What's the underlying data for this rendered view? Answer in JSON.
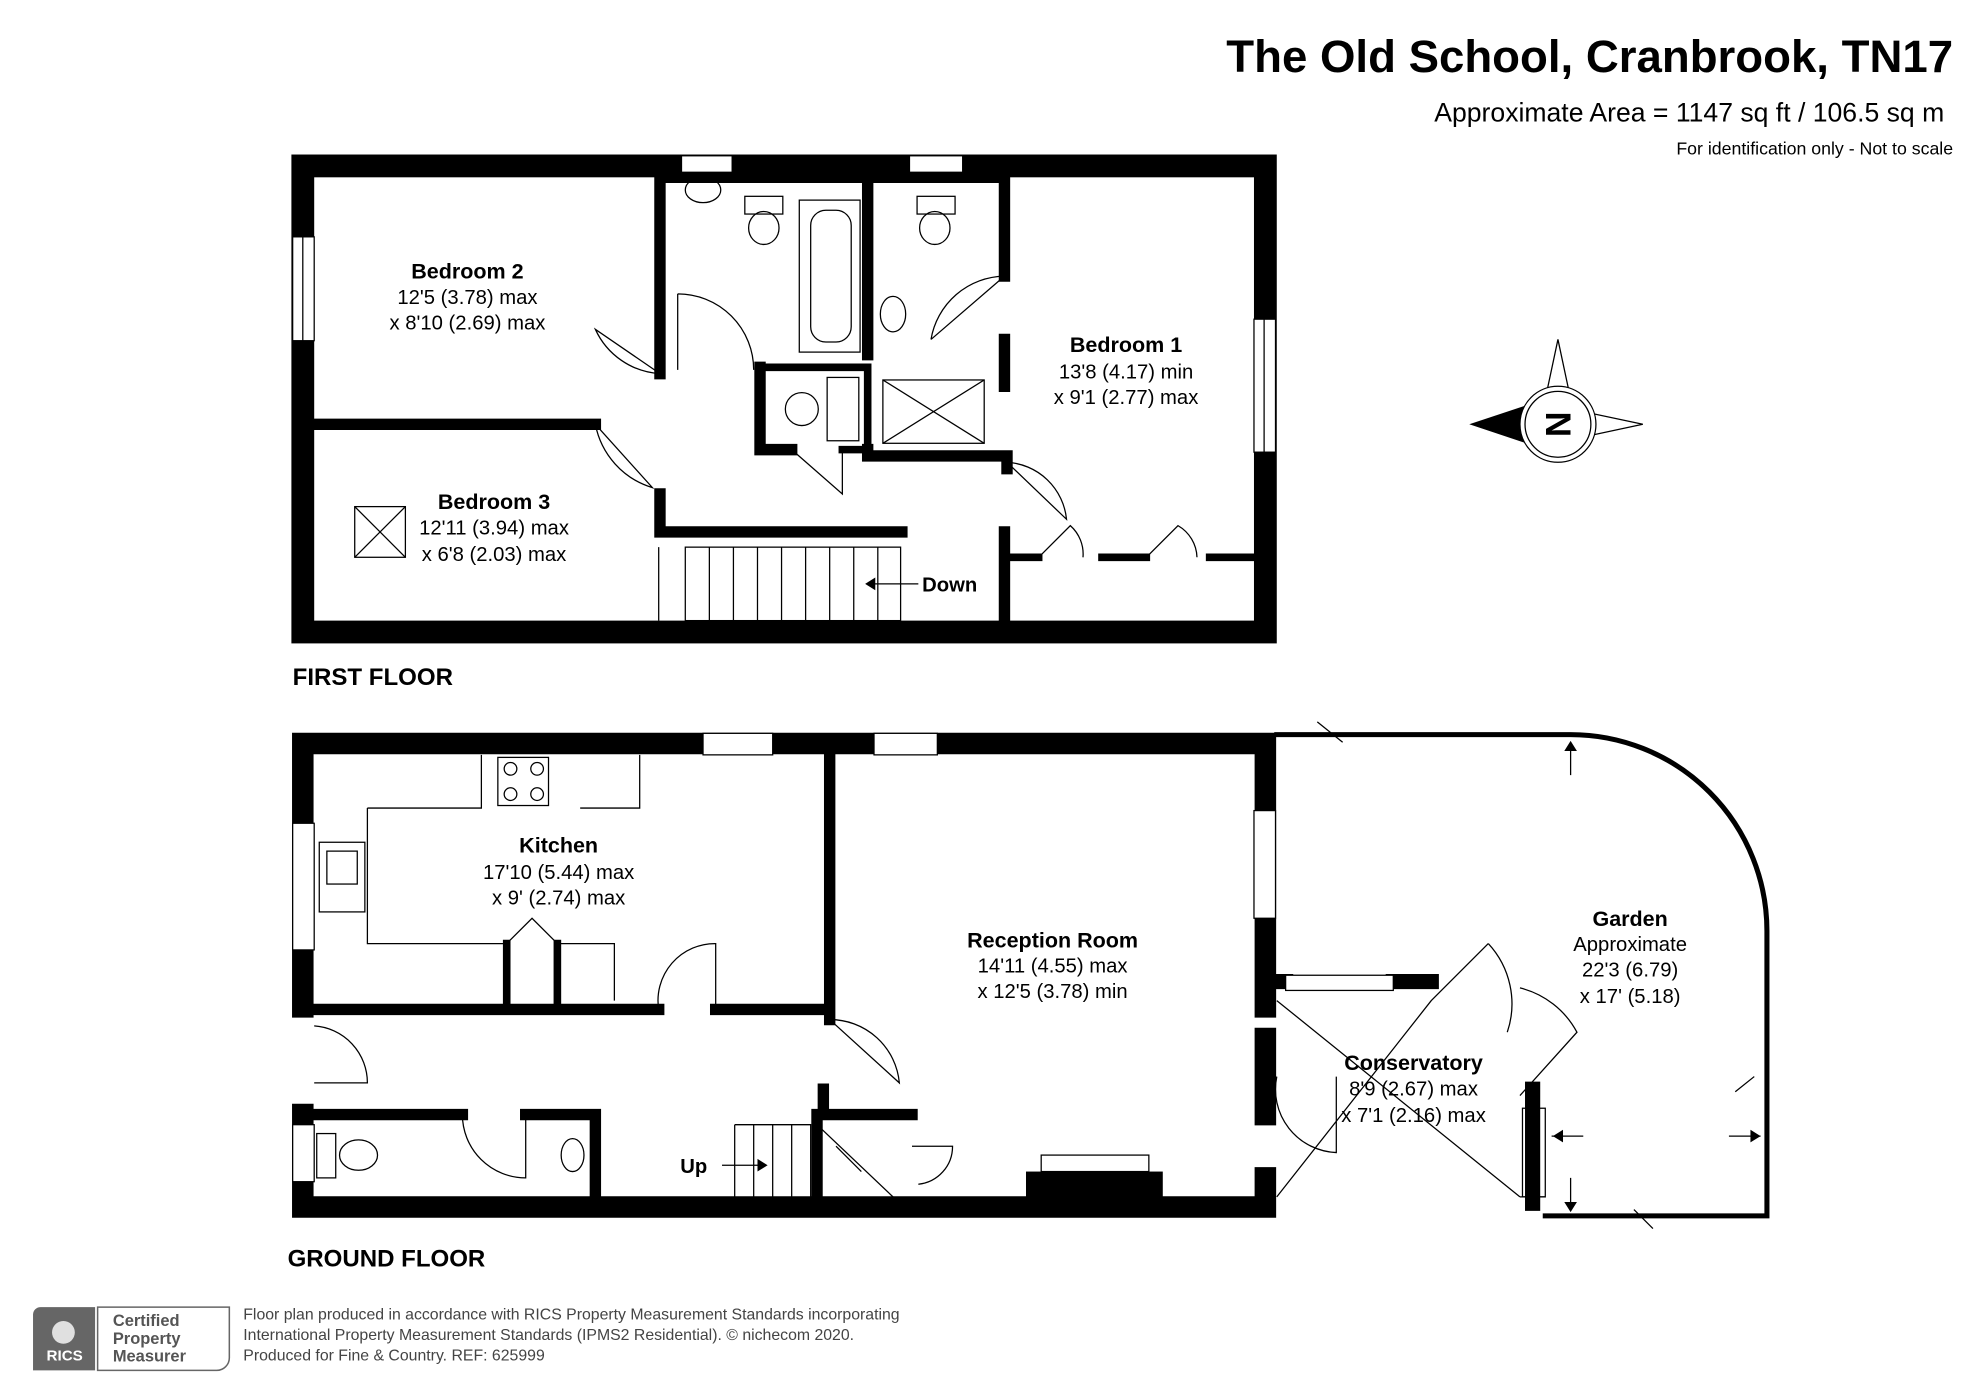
{
  "header": {
    "title": "The Old School, Cranbrook, TN17",
    "area": "Approximate Area = 1147 sq ft / 106.5 sq m",
    "disclaimer": "For identification only - Not to scale"
  },
  "compass": {
    "label": "N",
    "icon": "compass-rose-icon"
  },
  "first_floor": {
    "label": "FIRST FLOOR",
    "stairs_label": "Down",
    "rooms": [
      {
        "name": "Bedroom 2",
        "dim1": "12'5 (3.78) max",
        "dim2": "x 8'10 (2.69) max"
      },
      {
        "name": "Bedroom 1",
        "dim1": "13'8 (4.17) min",
        "dim2": "x 9'1 (2.77) max"
      },
      {
        "name": "Bedroom 3",
        "dim1": "12'11 (3.94) max",
        "dim2": "x 6'8 (2.03) max"
      }
    ]
  },
  "ground_floor": {
    "label": "GROUND FLOOR",
    "stairs_label": "Up",
    "rooms": [
      {
        "name": "Kitchen",
        "dim1": "17'10 (5.44) max",
        "dim2": "x 9' (2.74) max"
      },
      {
        "name": "Reception Room",
        "dim1": "14'11 (4.55) max",
        "dim2": "x 12'5 (3.78) min"
      },
      {
        "name": "Garden",
        "dim0": "Approximate",
        "dim1": "22'3 (6.79)",
        "dim2": "x 17' (5.18)"
      },
      {
        "name": "Conservatory",
        "dim1": "8'9 (2.67) max",
        "dim2": "x 7'1 (2.16) max"
      }
    ]
  },
  "footer": {
    "badge_org": "RICS",
    "badge_line1": "Certified",
    "badge_line2": "Property",
    "badge_line3": "Measurer",
    "line1": "Floor plan produced in accordance with RICS Property Measurement Standards incorporating",
    "line2": "International Property Measurement Standards (IPMS2 Residential).   © nichecom 2020.",
    "line3": "Produced for Fine & Country.   REF:  625999"
  }
}
